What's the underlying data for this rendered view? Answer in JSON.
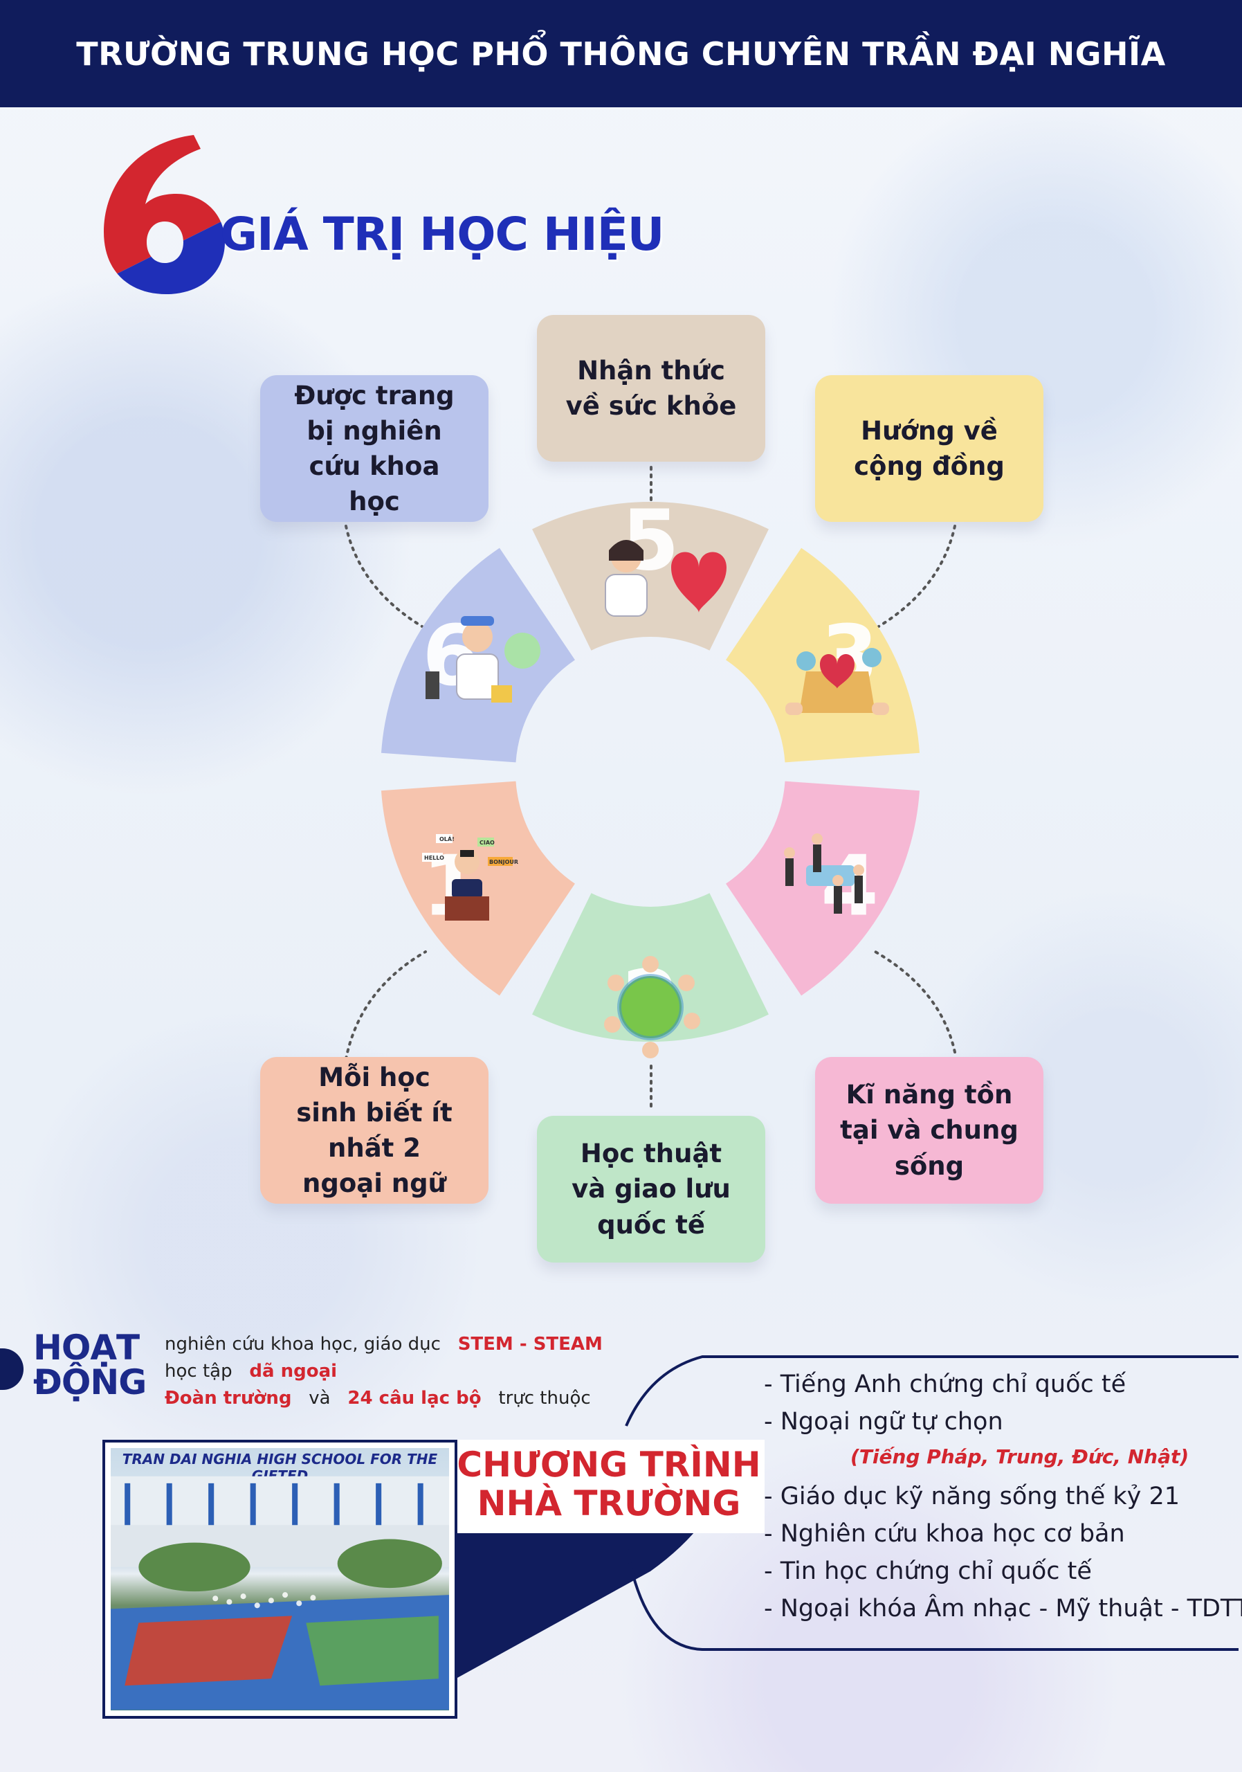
{
  "header": {
    "title": "TRƯỜNG TRUNG HỌC PHỔ THÔNG CHUYÊN TRẦN ĐẠI NGHĨA"
  },
  "section_title": {
    "number": "6",
    "text": "GIÁ TRỊ HỌC HIỆU"
  },
  "values": [
    {
      "label": "Được trang bị nghiên cứu khoa học",
      "color": "#b9c4ec",
      "icon": "scientist-icon"
    },
    {
      "label": "Nhận thức về sức khỏe",
      "color": "#e1d3c3",
      "icon": "doctor-heart-icon"
    },
    {
      "label": "Hướng về cộng đồng",
      "color": "#f8e49c",
      "icon": "donation-box-icon"
    },
    {
      "label": "Mỗi học sinh biết ít nhất 2 ngoại ngữ",
      "color": "#f6c4ae",
      "icon": "speaker-languages-icon"
    },
    {
      "label": "Học thuật và giao lưu quốc tế",
      "color": "#bfe6c8",
      "icon": "globe-people-icon"
    },
    {
      "label": "Kĩ năng tồn tại và chung sống",
      "color": "#f6b8d4",
      "icon": "puzzle-people-icon"
    }
  ],
  "wheel_numbers": [
    "1",
    "2",
    "3",
    "4",
    "5",
    "6"
  ],
  "speech_bubbles": [
    "OLÁ!",
    "CIAO",
    "HELLO",
    "BONJOUR"
  ],
  "activities": {
    "title_line1": "HOẠT",
    "title_line2": "ĐỘNG",
    "line1_text": "nghiên cứu khoa học, giáo dục",
    "line1_highlight": "STEM - STEAM",
    "line2_text": "học tập",
    "line2_highlight": "dã ngoại",
    "line3_highlight1": "Đoàn trường",
    "line3_and": "và",
    "line3_highlight2": "24 câu lạc bộ",
    "line3_text": "trực thuộc"
  },
  "photo": {
    "caption": "TRAN DAI NGHIA HIGH SCHOOL FOR THE GIFTED"
  },
  "program": {
    "title_line1": "CHƯƠNG TRÌNH",
    "title_line2": "NHÀ TRƯỜNG",
    "items": [
      "- Tiếng Anh chứng chỉ quốc tế",
      "- Ngoại ngữ tự chọn",
      "(Tiếng Pháp, Trung, Đức, Nhật)",
      "- Giáo dục kỹ năng sống thế kỷ 21",
      "- Nghiên cứu khoa học cơ bản",
      "- Tin học chứng chỉ quốc tế",
      "- Ngoại khóa Âm nhạc - Mỹ thuật - TDTT"
    ]
  },
  "colors": {
    "navy": "#101c5c",
    "red": "#d3262f",
    "blue": "#1f2fb8"
  }
}
